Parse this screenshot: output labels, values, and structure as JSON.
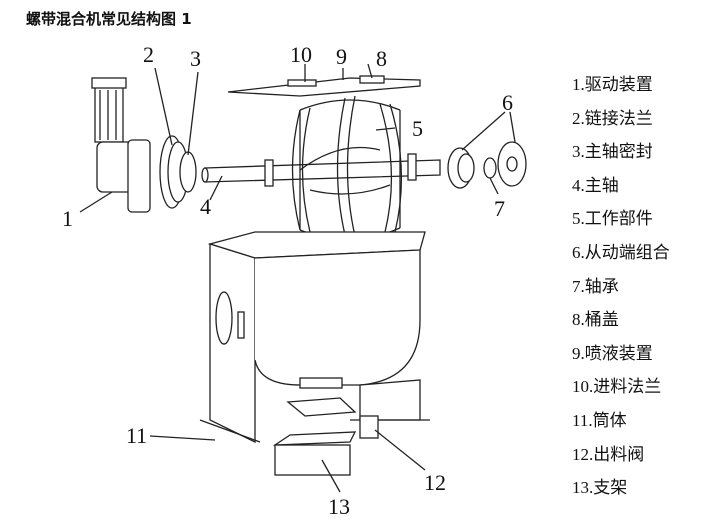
{
  "title": "螺带混合机常见结构图 1",
  "callouts": [
    "1",
    "2",
    "3",
    "4",
    "5",
    "6",
    "7",
    "8",
    "9",
    "10",
    "11",
    "12",
    "13"
  ],
  "legend": [
    "1.驱动装置",
    "2.链接法兰",
    "3.主轴密封",
    "4.主轴",
    "5.工作部件",
    "6.从动端组合",
    "7.轴承",
    "8.桶盖",
    "9.喷液装置",
    "10.进料法兰",
    "11.筒体",
    "12.出料阀",
    "13.支架"
  ]
}
